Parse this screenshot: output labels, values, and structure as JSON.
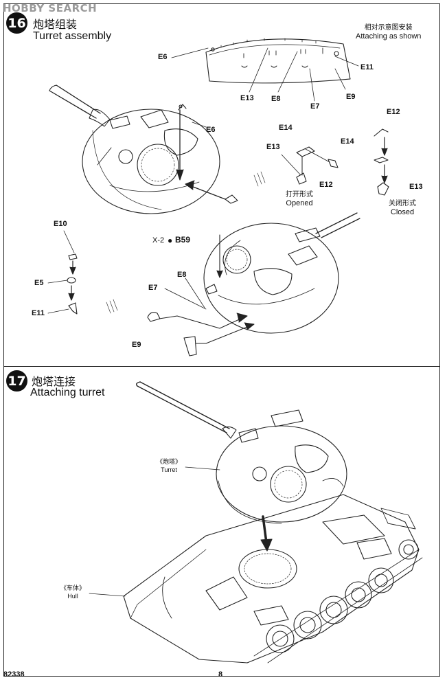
{
  "watermark": "HOBBY SEARCH",
  "step16": {
    "number": "16",
    "title_cn": "炮塔组装",
    "title_en": "Turret assembly",
    "attach_note_cn": "相对示意图安装",
    "attach_note_en": "Attaching as shown",
    "opened_cn": "打开形式",
    "opened_en": "Opened",
    "closed_cn": "关闭形式",
    "closed_en": "Closed",
    "labels": {
      "e6_top": "E6",
      "e11_top": "E11",
      "e13_top": "E13",
      "e8_top": "E8",
      "e7_top": "E7",
      "e9_top": "E9",
      "e6_mid": "E6",
      "e14_open": "E14",
      "e13_open": "E13",
      "e12_open": "E12",
      "e12_closed": "E12",
      "e14_closed": "E14",
      "e13_closed": "E13",
      "e10": "E10",
      "e5": "E5",
      "e11_bottom": "E11",
      "x2": "X-2",
      "b59": "B59",
      "e8_bottom": "E8",
      "e7_bottom": "E7",
      "e9_bottom": "E9"
    }
  },
  "step17": {
    "number": "17",
    "title_cn": "炮塔连接",
    "title_en": "Attaching turret",
    "turret_cn": "《炮塔》",
    "turret_en": "Turret",
    "hull_cn": "《车体》",
    "hull_en": "Hull"
  },
  "footer": {
    "code": "82338",
    "page": "8"
  }
}
